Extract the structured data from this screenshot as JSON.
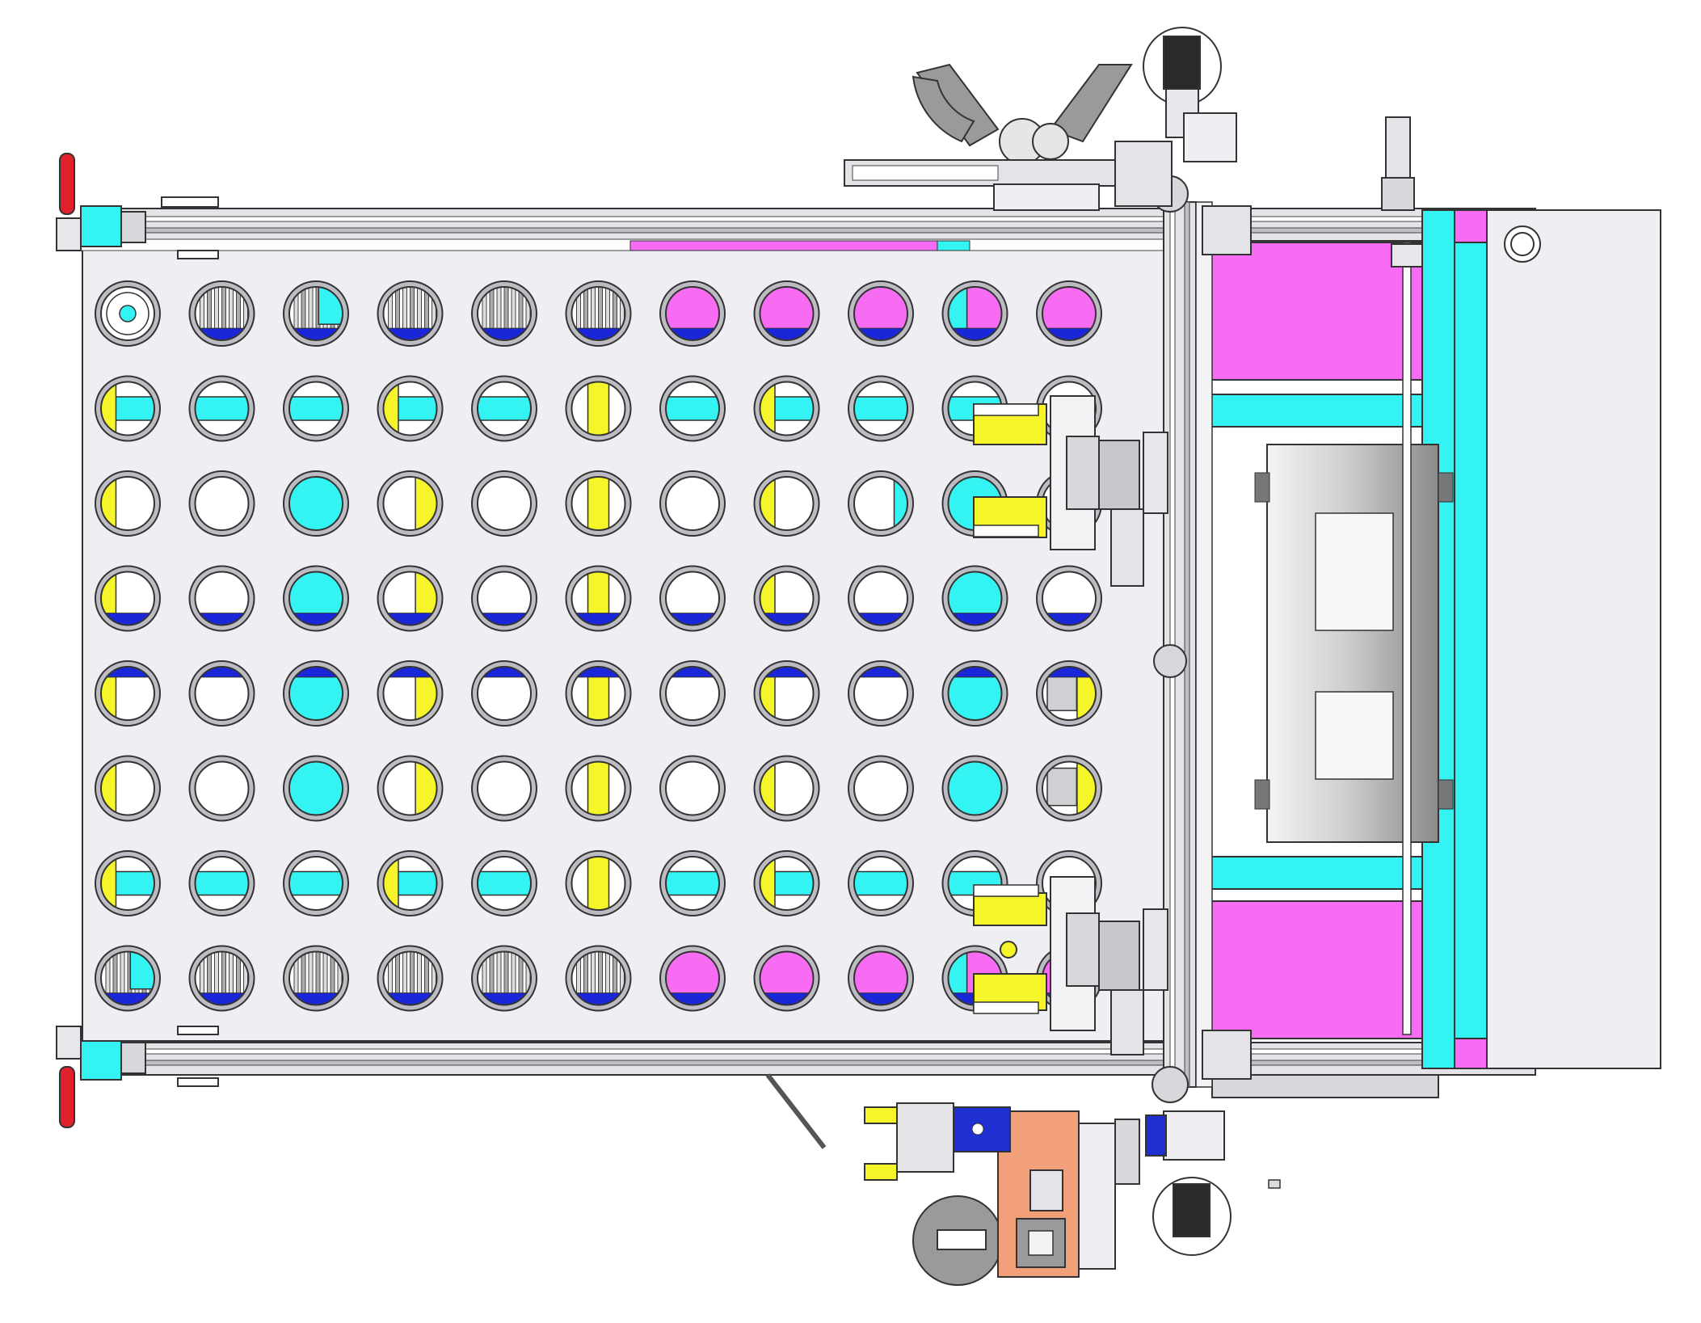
{
  "drawing": {
    "title": "",
    "background": "#ffffff",
    "colors": {
      "cyan": "#33f3f3",
      "magenta": "#f76cf3",
      "yellow": "#f5f52a",
      "blue": "#1a27d8",
      "plate": "#eeeef3",
      "frame": "#d7d7dc",
      "line": "#333333",
      "orange": "#f2a07a",
      "motor_blue": "#1f2fd2",
      "red_handle": "#e0202a",
      "drum_light": "#f4f4f4",
      "drum_dark": "#8a8a8a"
    },
    "grid": {
      "rows": 8,
      "cols": 11,
      "cells": [
        [
          "ring-center",
          "bars",
          "bars-cyan",
          "bars",
          "bars",
          "bars",
          "magenta",
          "magenta",
          "magenta",
          "cyan-magenta",
          "magenta-sketch"
        ],
        [
          "cyan-yellow",
          "cyan",
          "cyan",
          "cyan-yellow",
          "cyan",
          "yellow-rod",
          "cyan",
          "cyan-yellow",
          "cyan",
          "cyan",
          "white"
        ],
        [
          "yellow-left",
          "white",
          "cyan-full",
          "yellow-right",
          "white",
          "yellow-rod",
          "white",
          "yellow-left",
          "cyan-right",
          "cyan",
          "white"
        ],
        [
          "yellow-left",
          "white",
          "cyan-full",
          "yellow-right",
          "white",
          "yellow-rod",
          "white",
          "yellow-left",
          "white",
          "cyan",
          "white"
        ],
        [
          "yellow-left",
          "white",
          "cyan-full",
          "yellow-right",
          "white",
          "yellow-rod",
          "white",
          "yellow-left",
          "white",
          "cyan",
          "mechanism"
        ],
        [
          "yellow-left",
          "white",
          "cyan-full",
          "yellow-right",
          "white",
          "yellow-rod",
          "white",
          "yellow-left",
          "white",
          "cyan",
          "mechanism"
        ],
        [
          "cyan-yellow",
          "cyan",
          "cyan",
          "cyan-yellow",
          "cyan",
          "yellow-rod",
          "cyan",
          "cyan-yellow",
          "cyan",
          "cyan",
          "white"
        ],
        [
          "bars-cyan",
          "bars",
          "bars",
          "bars",
          "bars",
          "bars",
          "magenta",
          "magenta",
          "magenta",
          "cyan-magenta",
          "magenta-sketch"
        ]
      ],
      "blue_bottom_rows": [
        0,
        3,
        7
      ],
      "blue_top_rows": [
        4
      ]
    },
    "components": [
      "base-plate",
      "top-rail",
      "bottom-rail",
      "gantry-beam",
      "gripper-upper",
      "gripper-lower",
      "magenta-bay-top",
      "magenta-bay-bottom",
      "cyan-strip-vertical",
      "cylinder-drum",
      "end-panel",
      "motor-top",
      "motor-bottom",
      "saw-guard",
      "tool-carriage",
      "clamp-handles"
    ]
  }
}
